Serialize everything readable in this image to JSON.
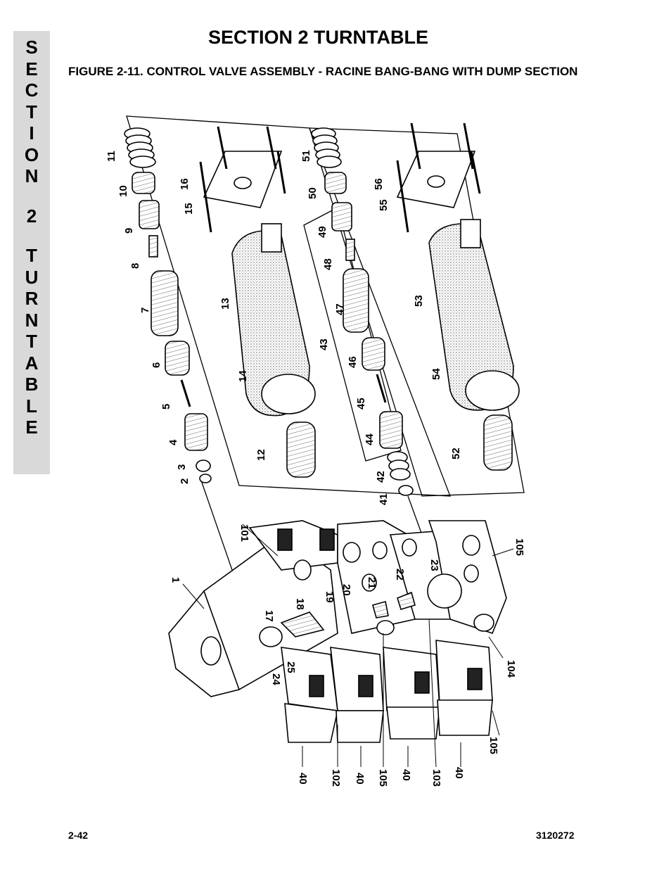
{
  "side_tab": {
    "letters": [
      "S",
      "E",
      "C",
      "T",
      "I",
      "O",
      "N",
      " ",
      "2",
      " ",
      "T",
      "U",
      "R",
      "N",
      "T",
      "A",
      "B",
      "L",
      "E"
    ]
  },
  "section_title": "SECTION 2  TURNTABLE",
  "figure_caption": "FIGURE 2-11.  CONTROL VALVE ASSEMBLY - RACINE BANG-BANG WITH DUMP SECTION",
  "callouts": [
    "11",
    "10",
    "9",
    "8",
    "7",
    "6",
    "5",
    "4",
    "3",
    "2",
    "16",
    "15",
    "13",
    "14",
    "12",
    "51",
    "50",
    "49",
    "48",
    "47",
    "43",
    "46",
    "45",
    "44",
    "42",
    "41",
    "56",
    "55",
    "53",
    "54",
    "52",
    "101",
    "1",
    "17",
    "18",
    "19",
    "20",
    "21",
    "22",
    "23",
    "105",
    "104",
    "24",
    "25",
    "40",
    "102",
    "40",
    "105",
    "40",
    "103",
    "40",
    "105"
  ],
  "footer": {
    "page_number": "2-42",
    "doc_number": "3120272"
  }
}
